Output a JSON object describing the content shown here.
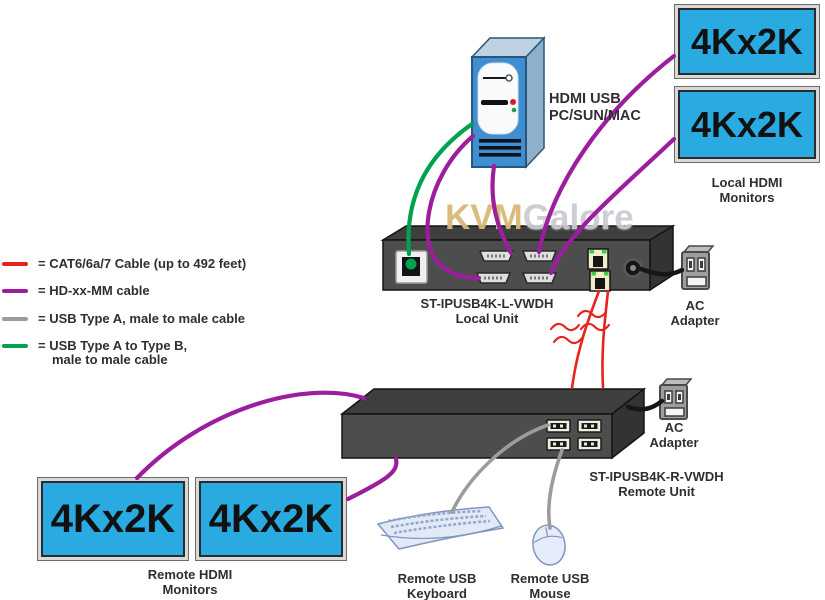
{
  "watermark": {
    "part1": "KVM",
    "part2": "Galore"
  },
  "legend": {
    "items": [
      {
        "color": "#e6231f",
        "label": "= CAT6/6a/7 Cable (up to 492 feet)"
      },
      {
        "color": "#9c1d9d",
        "label": "= HD-xx-MM cable"
      },
      {
        "color": "#9c9c9c",
        "label": "= USB Type A, male to male cable"
      },
      {
        "color": "#00a14f",
        "label": "= USB Type A to Type B,",
        "label2": "male to male cable"
      }
    ]
  },
  "computer": {
    "line1": "HDMI USB",
    "line2": "PC/SUN/MAC"
  },
  "local_monitors": {
    "monitor1": "4Kx2K",
    "monitor2": "4Kx2K",
    "caption1": "Local HDMI",
    "caption2": "Monitors"
  },
  "remote_monitors": {
    "monitor1": "4Kx2K",
    "monitor2": "4Kx2K",
    "caption1": "Remote HDMI",
    "caption2": "Monitors"
  },
  "local_unit": {
    "model": "ST-IPUSB4K-L-VWDH",
    "name": "Local Unit"
  },
  "remote_unit": {
    "model": "ST-IPUSB4K-R-VWDH",
    "name": "Remote Unit"
  },
  "local_ac": {
    "line1": "AC",
    "line2": "Adapter"
  },
  "remote_ac": {
    "line1": "AC",
    "line2": "Adapter"
  },
  "keyboard": {
    "line1": "Remote USB",
    "line2": "Keyboard"
  },
  "mouse": {
    "line1": "Remote USB",
    "line2": "Mouse"
  },
  "colors": {
    "cat6_cable": "#e6231f",
    "hd_cable": "#9c1d9d",
    "usb_a_cable": "#9c9c9c",
    "usb_ab_cable": "#00a14f",
    "monitor_screen": "#29abe2",
    "unit_body": "#4d4d4d",
    "tower_body": "#3f8ed0",
    "watermark_kvm": "#d9ba77",
    "watermark_galore": "#caccd1"
  }
}
